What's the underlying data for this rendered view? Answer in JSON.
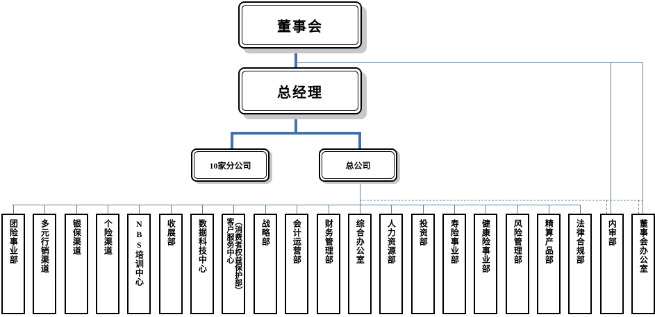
{
  "title": "保险公司组织架构图",
  "colors": {
    "box_border": "#000000",
    "box_fill": "#ffffff",
    "shadow": "#c8c8c8",
    "connector_primary": "#4472a8",
    "connector_secondary": "#5b7e96",
    "text": "#000000"
  },
  "nodes": {
    "board": {
      "label": "董事会"
    },
    "general_manager": {
      "label": "总经理"
    },
    "branches": {
      "label": "10家分公司"
    },
    "head_office": {
      "label": "总公司"
    }
  },
  "departments": [
    {
      "label": "团险事业部",
      "name": "group-insurance-division"
    },
    {
      "label": "多元行销渠道",
      "name": "multi-channel-marketing"
    },
    {
      "label": "银保渠道",
      "name": "bancassurance-channel"
    },
    {
      "label": "个险渠道",
      "name": "individual-insurance-channel"
    },
    {
      "label": "NBS培训中心",
      "name": "nbs-training-center"
    },
    {
      "label": "收展部",
      "name": "renewal-department"
    },
    {
      "label": "数据科技中心",
      "name": "data-technology-center"
    },
    {
      "label": "客户服务中心",
      "label2": "（消费者权益保护部）",
      "name": "customer-service-center",
      "two_col": true
    },
    {
      "label": "战略部",
      "name": "strategy-department"
    },
    {
      "label": "会计运营部",
      "name": "accounting-operations"
    },
    {
      "label": "财务管理部",
      "name": "financial-management"
    },
    {
      "label": "综合办公室",
      "name": "general-office"
    },
    {
      "label": "人力资源部",
      "name": "human-resources"
    },
    {
      "label": "投资部",
      "name": "investment-department"
    },
    {
      "label": "寿险事业部",
      "name": "life-insurance-division"
    },
    {
      "label": "健康险事业部",
      "name": "health-insurance-division"
    },
    {
      "label": "风险管理部",
      "name": "risk-management"
    },
    {
      "label": "精算产品部",
      "name": "actuarial-product"
    },
    {
      "label": "法律合规部",
      "name": "legal-compliance"
    },
    {
      "label": "内审部",
      "name": "internal-audit"
    },
    {
      "label": "董事会办公室",
      "name": "board-office"
    }
  ]
}
